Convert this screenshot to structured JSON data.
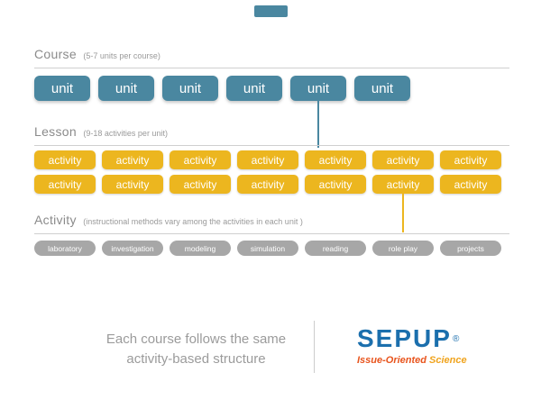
{
  "course": {
    "title": "Course",
    "subtitle": "(5-7 units per course)",
    "units": [
      "unit",
      "unit",
      "unit",
      "unit",
      "unit",
      "unit"
    ]
  },
  "lesson": {
    "title": "Lesson",
    "subtitle": "(9-18 activities per unit)",
    "rows": [
      [
        "activity",
        "activity",
        "activity",
        "activity",
        "activity",
        "activity",
        "activity"
      ],
      [
        "activity",
        "activity",
        "activity",
        "activity",
        "activity",
        "activity",
        "activity"
      ]
    ]
  },
  "activity": {
    "title": "Activity",
    "subtitle": "(instructional methods vary among the activities in each unit )",
    "methods": [
      "laboratory",
      "investigation",
      "modeling",
      "simulation",
      "reading",
      "role play",
      "projects"
    ]
  },
  "footer": {
    "caption_line1": "Each course follows the same",
    "caption_line2": "activity-based structure",
    "logo": {
      "name": "SEPUP",
      "registered": "®",
      "tagline_part1": "Issue-Oriented",
      "tagline_part2": "Science"
    }
  },
  "colors": {
    "teal": "#4a87a0",
    "gold": "#ecb61f",
    "gray_pill": "#a7a7a7",
    "heading_gray": "#8b8b8b",
    "rule_gray": "#cfcfcf",
    "logo_blue": "#1b6fad",
    "logo_orange": "#e8541d",
    "logo_gold": "#f0a31c"
  }
}
